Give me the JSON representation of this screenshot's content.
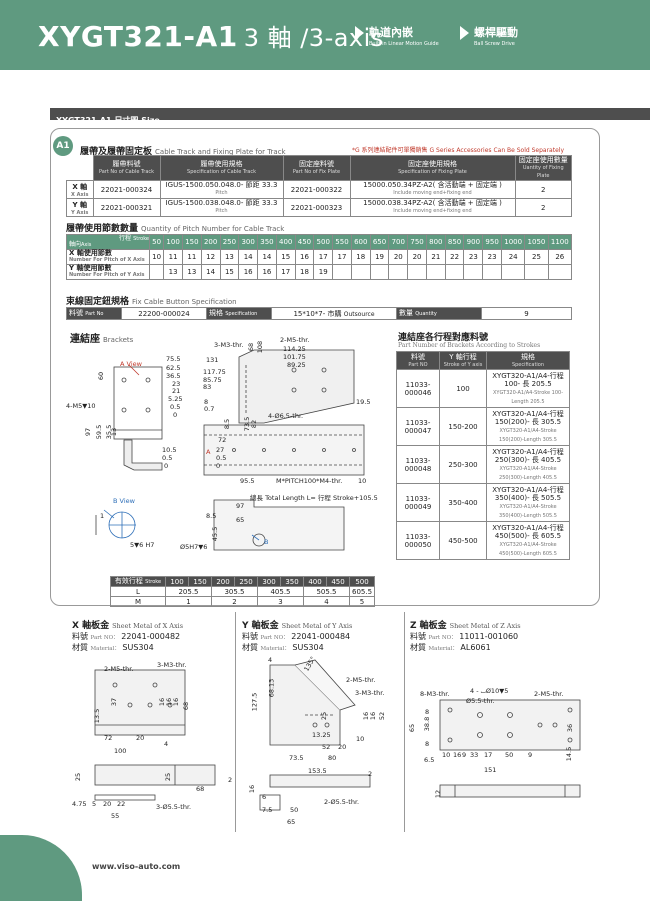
{
  "header": {
    "title": "XYGT321-A1",
    "subtitle": "3 軸 /3-axis",
    "tag1": "軌道內嵌",
    "tag1_en": "Built-in Linear Motion Guide",
    "tag2": "螺桿驅動",
    "tag2_en": "Ball Screw Drive",
    "color": "#5f9a80"
  },
  "stripe": "XYGT321-A1 尺寸圖 Size",
  "badge": "A1",
  "track": {
    "title": "履帶及履帶固定板",
    "title_en": "Cable Track and Fixing Plate for Track",
    "note": "*G 系列連結配件可單獨銷售 G Series Accessories Can Be Sold Separately",
    "headers": [
      {
        "zh": "履帶料號",
        "en": "Part No of Cable Track"
      },
      {
        "zh": "履帶使用規格",
        "en": "Specification of Cable Track"
      },
      {
        "zh": "固定座料號",
        "en": "Part No of Fix Plate"
      },
      {
        "zh": "固定座使用規格",
        "en": "Specification of Fixing Plate"
      },
      {
        "zh": "固定座使用數量",
        "en": "Uantity of Fixing Plate"
      }
    ],
    "rows": [
      {
        "axis": "X 軸",
        "axis_en": "X Axis",
        "part": "22021-000324",
        "spec": "IGUS-1500.050.048.0- 節距 33.3",
        "spec_sub": "Pitch",
        "fix": "22021-000322",
        "fixspec": "15000.050.34PZ-A2( 含活動端 + 固定端 )",
        "fixspec_sub": "Include moving end+fixing end",
        "qty": "2"
      },
      {
        "axis": "Y 軸",
        "axis_en": "Y Axis",
        "part": "22021-000321",
        "spec": "IGUS-1500.038.048.0- 節距 33.3",
        "spec_sub": "Pitch",
        "fix": "22021-000323",
        "fixspec": "15000.038.34PZ-A2( 含活動端 + 固定端 )",
        "fixspec_sub": "Include moving end+fixing end",
        "qty": "2"
      }
    ]
  },
  "pitch": {
    "title": "履帶使用節數數量",
    "title_en": "Quantity of Pitch Number for Cable Track",
    "corner_top": "行程",
    "corner_top_en": "Stroke",
    "corner_bottom": "軸向",
    "corner_bottom_en": "Axis",
    "strokes": [
      "50",
      "100",
      "150",
      "200",
      "250",
      "300",
      "350",
      "400",
      "450",
      "500",
      "550",
      "600",
      "650",
      "700",
      "750",
      "800",
      "850",
      "900",
      "950",
      "1000",
      "1050",
      "1100"
    ],
    "x_label": "X 軸使用節數",
    "x_label_en": "Number For Pitch of X Axis",
    "x": [
      "10",
      "11",
      "11",
      "12",
      "13",
      "14",
      "14",
      "15",
      "16",
      "17",
      "17",
      "18",
      "19",
      "20",
      "20",
      "21",
      "22",
      "23",
      "23",
      "24",
      "25",
      "26"
    ],
    "y_label": "Y 軸使用節數",
    "y_label_en": "Number For Pitch of Y Axis",
    "y": [
      "",
      "13",
      "13",
      "14",
      "15",
      "16",
      "16",
      "17",
      "18",
      "19",
      "",
      "",
      "",
      "",
      "",
      "",
      "",
      "",
      "",
      "",
      "",
      ""
    ]
  },
  "button": {
    "title": "束線固定鈕規格",
    "title_en": "Fix Cable Button Specification",
    "part_label": "料號",
    "part_label_en": "Part No",
    "part": "22200-000024",
    "spec_label": "規格",
    "spec_label_en": "Specification",
    "spec": "15*10*7- 市購",
    "spec_en": "Outsource",
    "qty_label": "數量",
    "qty_label_en": "Quantity",
    "qty": "9"
  },
  "brackets": {
    "title": "連結座",
    "title_en": "Brackets",
    "dims": {
      "thr3": "3-M3-thr.",
      "d68": "68",
      "d108": "108",
      "thr2": "2-M5-thr.",
      "d114": "114.25",
      "d101": "101.75",
      "d89": "89.25",
      "d131": "131",
      "d117": "117.75",
      "d85": "85.75",
      "d83": "83",
      "aview": "A View",
      "d75": "75.5",
      "d62": "62.5",
      "d36": "36.5",
      "d23": "23",
      "d21": "21",
      "d5": "5.25",
      "d05": "0.5",
      "d0": "0",
      "d60": "60",
      "m5": "4-M5▼10",
      "d97": "97",
      "d59": "59.5",
      "d35": "35.5",
      "d13": "13",
      "d8": "8",
      "d07": "0.7",
      "d8b": "8.5",
      "d73": "73.5",
      "d82": "82",
      "d4": "4-Ø6.5-thr.",
      "d195": "19.5",
      "d105": "10.5",
      "d05b": "0.5",
      "d0b": "0",
      "d72": "72",
      "d27": "27",
      "d05c": "0.5",
      "d0c": "0",
      "aeq": "A",
      "d955": "95.5",
      "pitch": "M*PITCH100*M4-thr.",
      "d10": "10",
      "total": "總長 Total Length L= 行程 Stroke+105.5",
      "d97b": "97",
      "d65": "65",
      "bview": "B View",
      "d1": "1",
      "d5h7": "5▼6 H7",
      "d85b": "8.5",
      "d455": "45.5",
      "h7": "Ø5H7▼6",
      "b": "B"
    },
    "stroke_table": {
      "h": "有效行程",
      "h_en": "Stroke",
      "strokes": [
        "100",
        "150",
        "200",
        "250",
        "300",
        "350",
        "400",
        "450",
        "500"
      ],
      "L_label": "L",
      "L": [
        "205.5",
        "305.5",
        "405.5",
        "505.5",
        "605.5"
      ],
      "M_label": "M",
      "M": [
        "1",
        "2",
        "3",
        "4",
        "5"
      ]
    }
  },
  "bracket_spec": {
    "title": "連結座各行程對應料號",
    "title_en": "Part Number of Brackets According to Strokes",
    "headers": [
      {
        "zh": "料號",
        "en": "Part NO"
      },
      {
        "zh": "Y 軸行程",
        "en": "Stroke of Y axis"
      },
      {
        "zh": "規格",
        "en": "Specification"
      }
    ],
    "rows": [
      {
        "part": "11033-000046",
        "stroke": "100",
        "spec": "XYGT320-A1/A4-行程 100- 長 205.5",
        "spec_en": "XYGT320-A1/A4-Stroke 100-Length 205.5"
      },
      {
        "part": "11033-000047",
        "stroke": "150-200",
        "spec": "XYGT320-A1/A4-行程 150(200)- 長 305.5",
        "spec_en": "XYGT320-A1/A4-Stroke 150(200)-Length 305.5"
      },
      {
        "part": "11033-000048",
        "stroke": "250-300",
        "spec": "XYGT320-A1/A4-行程 250(300)- 長 405.5",
        "spec_en": "XYGT320-A1/A4-Stroke 250(300)-Length 405.5"
      },
      {
        "part": "11033-000049",
        "stroke": "350-400",
        "spec": "XYGT320-A1/A4-行程 350(400)- 長 505.5",
        "spec_en": "XYGT320-A1/A4-Stroke 350(400)-Length 505.5"
      },
      {
        "part": "11033-000050",
        "stroke": "450-500",
        "spec": "XYGT320-A1/A4-行程 450(500)- 長 605.5",
        "spec_en": "XYGT320-A1/A4-Stroke 450(500)-Length 605.5"
      }
    ]
  },
  "sheets": [
    {
      "title": "X 軸板金",
      "title_en": "Sheet Metal of X Axis",
      "part_label": "料號",
      "part_en": "Part NO：",
      "part": "22041-000482",
      "mat_label": "材質",
      "mat_en": "Material：",
      "mat": "SUS304",
      "dims": {
        "a": "2-M5-thr.",
        "b": "3-M3-thr.",
        "c": "37",
        "d": "13.5",
        "e": "16",
        "f": "16",
        "g": "16",
        "h": "68",
        "i": "72",
        "j": "20",
        "k": "100",
        "l": "4",
        "m": "25",
        "n": "25",
        "o": "68",
        "p": "2",
        "q": "4.75",
        "r": "5",
        "s": "20",
        "t": "22",
        "u": "3-Ø5.5-thr.",
        "v": "55"
      }
    },
    {
      "title": "Y 軸板金",
      "title_en": "Sheet Metal of Y Axis",
      "part_label": "料號",
      "part_en": "Part NO：",
      "part": "22041-000484",
      "mat_label": "材質",
      "mat_en": "Material：",
      "mat": "SUS304",
      "dims": {
        "a": "4",
        "b": "135°",
        "c": "2-M5-thr.",
        "d": "68.13",
        "e": "127.5",
        "f": "3-M3-thr.",
        "g": "25",
        "h": "16",
        "i": "16",
        "j": "52",
        "k": "10",
        "l": "13.25",
        "m": "52",
        "n": "20",
        "o": "73.5",
        "p": "80",
        "q": "153.5",
        "r": "2",
        "s": "16",
        "t": "6",
        "u": "7.5",
        "v": "50",
        "w": "2-Ø5.5-thr.",
        "x": "65"
      }
    },
    {
      "title": "Z 軸板金",
      "title_en": "Sheet Metal of Z Axis",
      "part_label": "料號",
      "part_en": "Part NO：",
      "part": "11011-001060",
      "mat_label": "材質",
      "mat_en": "Material：",
      "mat": "AL6061",
      "dims": {
        "a": "8-M3-thr.",
        "b": "4 - ⌴Ø10▼5",
        "c": "Ø5.5-thr.",
        "d": "2-M5-thr.",
        "e": "65",
        "f": "38.8",
        "g": "8",
        "h": "8",
        "i": "36",
        "j": "6.5",
        "k": "10",
        "l": "16",
        "m": "9",
        "n": "33",
        "o": "17",
        "p": "50",
        "q": "9",
        "r": "14.5",
        "s": "151",
        "t": "12"
      }
    }
  ],
  "footer": {
    "url": "www.viso-auto.com"
  }
}
